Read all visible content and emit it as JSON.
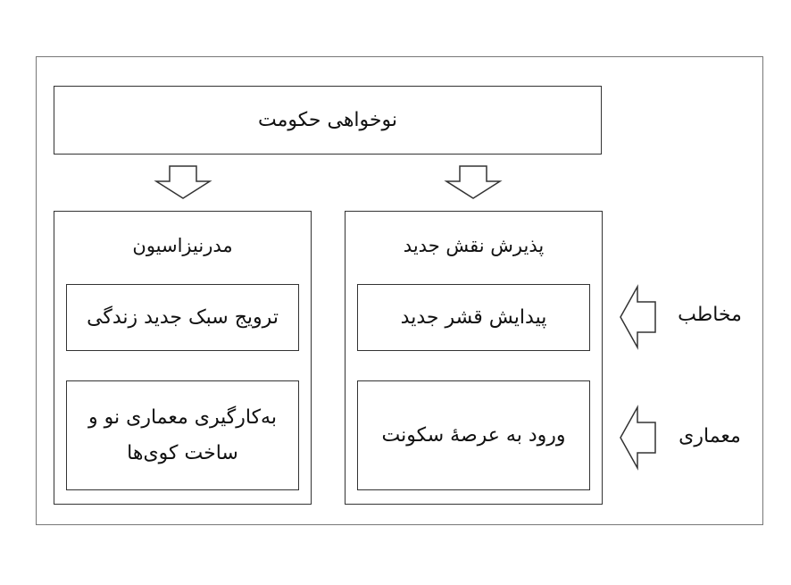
{
  "top_box": {
    "label": "نوخواهی حکومت"
  },
  "left_group": {
    "title": "مدرنیزاسیون",
    "items": [
      {
        "label": "ترویج سبک جدید زندگی"
      },
      {
        "label_line1": "به‌کارگیری معماری نو و",
        "label_line2": "ساخت کوی‌ها"
      }
    ]
  },
  "right_group": {
    "title": "پذیرش نقش جدید",
    "items": [
      {
        "label": "پیدایش قشر جدید"
      },
      {
        "label": "ورود به عرصهٔ سکونت"
      }
    ]
  },
  "side_labels": [
    {
      "label": "مخاطب"
    },
    {
      "label": "معماری"
    }
  ],
  "icons": {
    "down_arrow": "down-arrow-icon",
    "left_arrow": "left-arrow-icon"
  }
}
